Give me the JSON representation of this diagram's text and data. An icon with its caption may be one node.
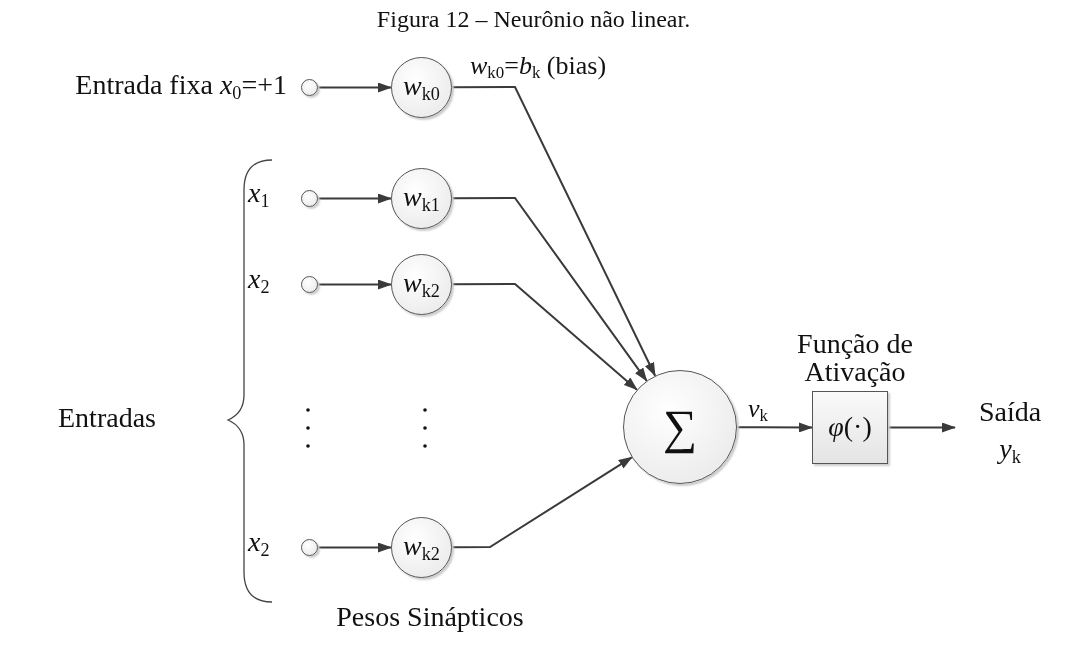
{
  "diagram": {
    "title": "Figura 12 – Neurônio não linear.",
    "nodes": [
      {
        "text": [],
        "shape": "circle",
        "beside": [
          "Entrada fixa *x*$_{0}$=+1"
        ]
      },
      {
        "text": [
          "*w*$_{k0}$"
        ]
      },
      {
        "text": [],
        "shape": "circle",
        "beside": [
          "*x*$_{1}$"
        ]
      },
      {
        "text": [
          "*w*$_{k1}$"
        ]
      },
      {
        "text": [],
        "shape": "circle",
        "beside": [
          "*x*$_{2}$"
        ]
      },
      {
        "text": [
          "*w*$_{k2}$"
        ]
      },
      {
        "text": [],
        "shape": "circle",
        "beside": [
          "*x*$_{2}$"
        ]
      },
      {
        "text": [
          "*w*$_{k2}$"
        ]
      },
      {
        "text": [
          "∑"
        ]
      },
      {
        "text": [
          "*φ*(·)"
        ],
        "beside": [
          "Função de Ativação"
        ]
      },
      {
        "text": [
          "Saída",
          "*y*$_{k}$"
        ]
      }
    ],
    "edges": [
      {
        "from": 0,
        "to": 1,
        "arrow": "to"
      },
      {
        "from": 2,
        "to": 3,
        "arrow": "to"
      },
      {
        "from": 4,
        "to": 5,
        "arrow": "to"
      },
      {
        "from": 6,
        "to": 7,
        "arrow": "to"
      },
      {
        "from": 1,
        "to": 8,
        "arrow": "to",
        "label": "*w*$_{k0}$=*b*$_{k}$ (bias)"
      },
      {
        "from": 3,
        "to": 8,
        "arrow": "to"
      },
      {
        "from": 5,
        "to": 8,
        "arrow": "to"
      },
      {
        "from": 7,
        "to": 8,
        "arrow": "to"
      },
      {
        "from": 8,
        "to": 9,
        "arrow": "to",
        "label": "*v*$_{k}$"
      },
      {
        "from": 9,
        "to": 10,
        "arrow": "to"
      }
    ],
    "labels": [
      "Entradas",
      "Pesos Sinápticos"
    ]
  }
}
